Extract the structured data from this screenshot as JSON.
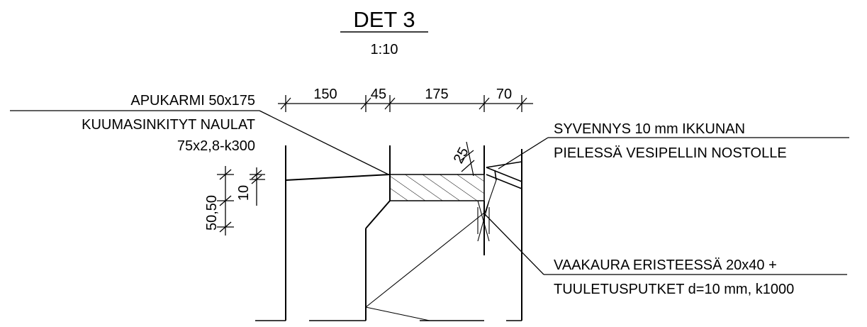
{
  "title": "DET 3",
  "scale": "1:10",
  "dimensions": {
    "d150": "150",
    "d45": "45",
    "d175": "175",
    "d70": "70",
    "d25": "25",
    "d50a": "50,50",
    "d10": "10"
  },
  "labels": {
    "apukarmi": "APUKARMI 50x175",
    "naulat_1": "KUUMASINKITYT NAULAT",
    "naulat_2": "75x2,8-k300",
    "syvennys_1": "SYVENNYS 10 mm IKKUNAN",
    "syvennys_2": "PIELESSÄ VESIPELLIN NOSTOLLE",
    "vaakaura_1": "VAAKAURA ERISTEESSÄ 20x40 +",
    "vaakaura_2": "TUULETUSPUTKET d=10 mm, k1000"
  },
  "colors": {
    "line": "#000000",
    "background": "#ffffff"
  }
}
